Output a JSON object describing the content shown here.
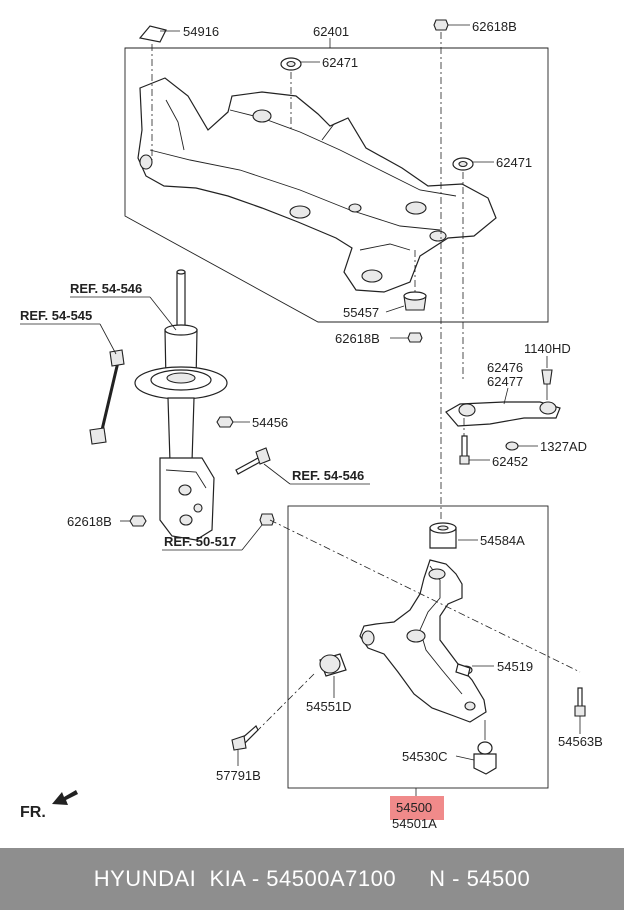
{
  "part_labels": {
    "p54916": "54916",
    "p62401": "62401",
    "p62618B_top": "62618B",
    "p62471_top": "62471",
    "p62471_right": "62471",
    "p55457": "55457",
    "p62618B_mid": "62618B",
    "p1140HD": "1140HD",
    "p62476": "62476",
    "p62477": "62477",
    "p1327AD": "1327AD",
    "p62452": "62452",
    "p54456": "54456",
    "p62618B_left": "62618B",
    "p54584A": "54584A",
    "p54519": "54519",
    "p54551D": "54551D",
    "p54563B": "54563B",
    "p54530C": "54530C",
    "p57791B": "57791B",
    "p54500": "54500",
    "p54501A": "54501A"
  },
  "ref_labels": {
    "ref_54546_top": "REF. 54-546",
    "ref_54545": "REF. 54-545",
    "ref_54546_mid": "REF. 54-546",
    "ref_50517": "REF. 50-517"
  },
  "direction_label": "FR.",
  "highlight_color": "#f08a8a",
  "footer": {
    "brand": "HYUNDAI  KIA - 54500A7100",
    "number": "N - 54500"
  }
}
